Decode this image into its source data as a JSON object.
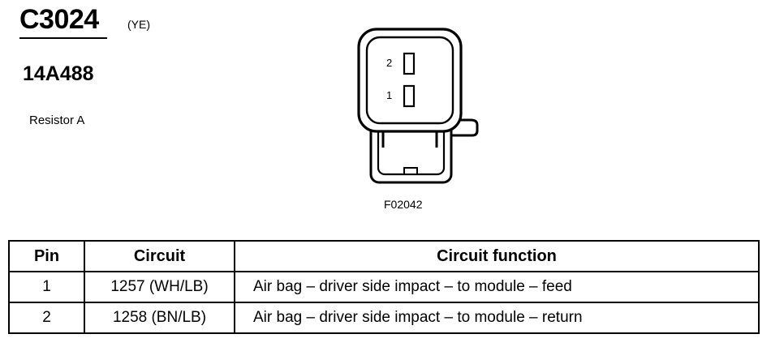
{
  "header": {
    "connector_id": "C3024",
    "color_code": "(YE)",
    "part_number": "14A488",
    "component_name": "Resistor A"
  },
  "figure": {
    "pins": [
      {
        "label": "2"
      },
      {
        "label": "1"
      }
    ],
    "reference": "F02042"
  },
  "table": {
    "headers": {
      "pin": "Pin",
      "circuit": "Circuit",
      "function": "Circuit function"
    },
    "rows": [
      {
        "pin": "1",
        "circuit": "1257 (WH/LB)",
        "function": "Air bag – driver side impact – to module – feed"
      },
      {
        "pin": "2",
        "circuit": "1258 (BN/LB)",
        "function": "Air bag – driver side impact – to module – return"
      }
    ]
  }
}
